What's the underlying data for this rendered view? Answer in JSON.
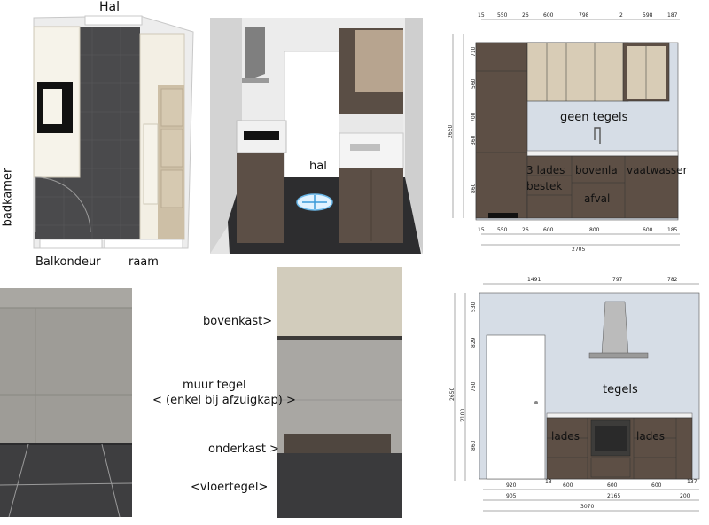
{
  "floorplan": {
    "label_top": "Hal",
    "label_left": "badkamer",
    "label_bottom_left": "Balkondeur",
    "label_bottom_right": "raam"
  },
  "render3d": {
    "label_hal": "hal"
  },
  "elevation1": {
    "top_dims": [
      "15",
      "550",
      "26",
      "600",
      "798",
      "2",
      "598",
      "187"
    ],
    "bottom_dims": [
      "15",
      "550",
      "26",
      "600",
      "800",
      "600",
      "185"
    ],
    "total": "2705",
    "height": "2650",
    "left_dims": [
      "710",
      "560",
      "700",
      "360",
      "860"
    ],
    "labels": {
      "geen_tegels": "geen tegels",
      "lades": "3 lades",
      "bestek": "bestek",
      "bovenla": "bovenla",
      "afval": "afval",
      "vaatwasser": "vaatwasser"
    }
  },
  "photo_left": {},
  "photo_right": {
    "bovenkast": "bovenkast>",
    "muur_tegel_1": "muur tegel",
    "muur_tegel_2": "< (enkel bij afzuigkap) >",
    "onderkast": "onderkast >",
    "vloertegel": "<vloertegel>"
  },
  "elevation2": {
    "top_dims": [
      "1491",
      "797",
      "782"
    ],
    "left_dims": [
      "530",
      "829",
      "760",
      "860"
    ],
    "height": "2650",
    "door_height": "2100",
    "bottom_dims_1": [
      "920",
      "13",
      "600",
      "600",
      "600",
      "137"
    ],
    "bottom_dims_2": [
      "905",
      "2165",
      "200"
    ],
    "total": "3070",
    "labels": {
      "tegels": "tegels",
      "lades_left": "lades",
      "lades_right": "lades"
    }
  }
}
